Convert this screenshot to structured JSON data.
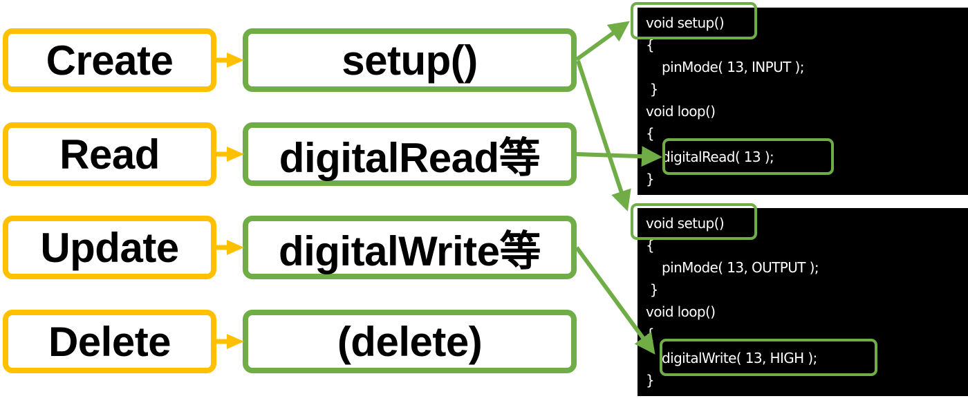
{
  "colors": {
    "crud_border": "#ffc000",
    "function_border": "#70ad47",
    "arrow_green": "#70ad47",
    "arrow_yellow": "#ffc000",
    "code_bg": "#000000",
    "code_text": "#ffffff"
  },
  "rows": [
    {
      "operation": "Create",
      "function": "setup()"
    },
    {
      "operation": "Read",
      "function": "digitalRead等"
    },
    {
      "operation": "Update",
      "function": "digitalWrite等"
    },
    {
      "operation": "Delete",
      "function": "(delete)"
    }
  ],
  "code_panels": [
    {
      "lines": [
        "void setup()",
        "{",
        "    pinMode( 13, INPUT );",
        " }",
        "void loop()",
        "{",
        "    digitalRead( 13 );",
        "}"
      ],
      "highlights": [
        "void setup()",
        "digitalRead( 13 );"
      ]
    },
    {
      "lines": [
        "void setup()",
        "{",
        "    pinMode( 13, OUTPUT );",
        " }",
        "void loop()",
        "{",
        "    digitalWrite( 13, HIGH );",
        "}"
      ],
      "highlights": [
        "void setup()",
        "digitalWrite( 13, HIGH );"
      ]
    }
  ],
  "connections": [
    {
      "from": "setup()",
      "to": "panel-1 void setup()"
    },
    {
      "from": "setup()",
      "to": "panel-2 void setup()"
    },
    {
      "from": "digitalRead等",
      "to": "panel-1 digitalRead( 13 );"
    },
    {
      "from": "digitalWrite等",
      "to": "panel-2 digitalWrite( 13, HIGH );"
    }
  ]
}
